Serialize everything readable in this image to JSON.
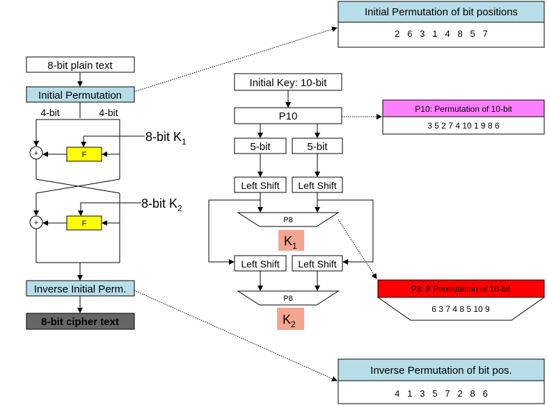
{
  "encryption": {
    "plain_text": "8-bit plain text",
    "initial_permutation": "Initial Permutation",
    "left_half": "4-bit",
    "right_half": "4-bit",
    "round1_key": {
      "base": "8-bit K",
      "sub": "1"
    },
    "round2_key": {
      "base": "8-bit K",
      "sub": "2"
    },
    "f_label": "F",
    "xor_symbol": "+",
    "inverse_initial_perm": "Inverse Initial Perm.",
    "cipher_text": "8-bit cipher text"
  },
  "key_schedule": {
    "initial_key": "Initial Key: 10-bit",
    "p10": "P10",
    "half_left": "5-bit",
    "half_right": "5-bit",
    "left_shift": "Left Shift",
    "p8": "P8",
    "k1": {
      "base": "K",
      "sub": "1"
    },
    "k2": {
      "base": "K",
      "sub": "2"
    }
  },
  "callouts": {
    "ip": {
      "title": "Initial Permutation of bit positions",
      "values": "2   6   3   1   4   8   5   7"
    },
    "p10": {
      "title": "P10: Permutation of 10-bit",
      "values": "3 5 2 7 4 10 1 9 8 6"
    },
    "p8": {
      "title": "P8: 8 Permutation of 10-bit",
      "values": "6 3 7 4 8 5 10 9"
    },
    "inverse": {
      "title": "Inverse Permutation of bit pos.",
      "values": "4   1   3   5   7   2   8   6"
    }
  },
  "colors": {
    "light_blue": "#b7dde8",
    "yellow": "#ffff00",
    "dark_gray": "#666666",
    "magenta": "#ff80ff",
    "red": "#ff0000",
    "salmon": "#f4a58f"
  }
}
